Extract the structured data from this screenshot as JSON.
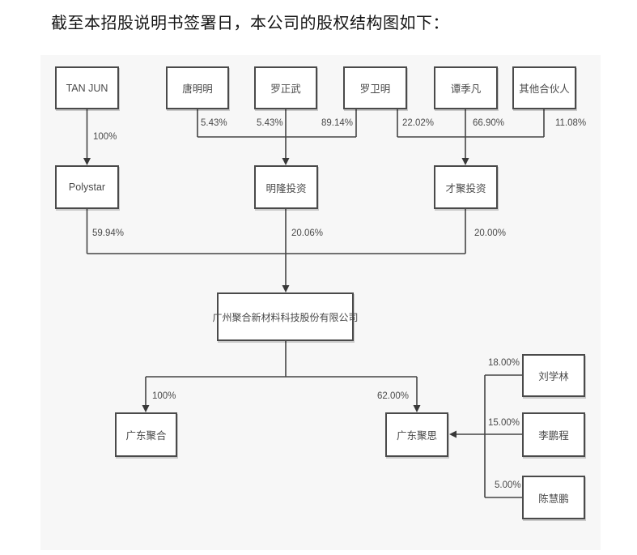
{
  "title": "截至本招股说明书签署日，本公司的股权结构图如下：",
  "diagram": {
    "nodes": {
      "tan_jun": "TAN JUN",
      "tang_mingming": "唐明明",
      "luo_zhengwu": "罗正武",
      "luo_weiming": "罗卫明",
      "tan_jifan": "谭季凡",
      "other_partners": "其他合伙人",
      "polystar": "Polystar",
      "minglong": "明隆投资",
      "caiju": "才聚投资",
      "main_company": "广州聚合新材料科技股份有限公司",
      "gd_juhe": "广东聚合",
      "gd_jusi": "广东聚思",
      "liu_xuelin": "刘学林",
      "li_pengcheng": "李鹏程",
      "chen_huipeng": "陈慧鹏"
    },
    "percentages": {
      "tan_jun_to_polystar": "100%",
      "tang_mingming_to_minglong": "5.43%",
      "luo_zhengwu_to_minglong": "5.43%",
      "luo_weiming_to_minglong": "89.14%",
      "luo_weiming_to_caiju": "22.02%",
      "tan_jifan_to_caiju": "66.90%",
      "other_partners_to_caiju": "11.08%",
      "polystar_to_main": "59.94%",
      "minglong_to_main": "20.06%",
      "caiju_to_main": "20.00%",
      "main_to_gd_juhe": "100%",
      "main_to_gd_jusi": "62.00%",
      "liu_xuelin_to_gd_jusi": "18.00%",
      "li_pengcheng_to_gd_jusi": "15.00%",
      "chen_huipeng_to_gd_jusi": "5.00%"
    },
    "colors": {
      "panel_bg": "#f7f7f7",
      "box_border": "#4a4a4a",
      "line": "#454545",
      "text": "#4a4a4a"
    }
  }
}
